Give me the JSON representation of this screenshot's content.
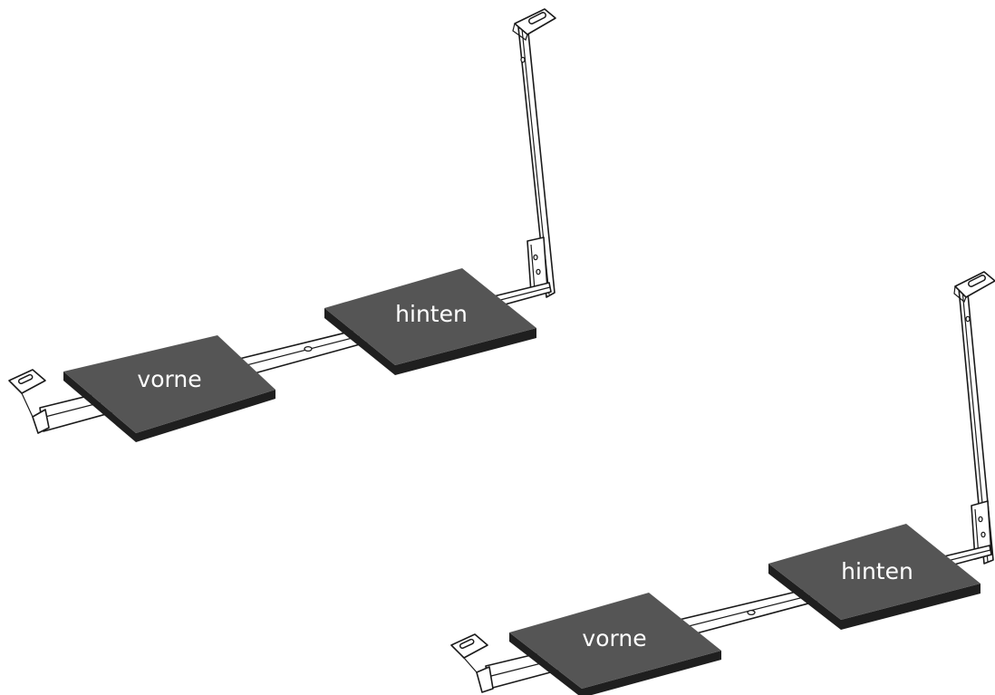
{
  "assemblies": [
    {
      "front_label": "vorne",
      "rear_label": "hinten"
    },
    {
      "front_label": "vorne",
      "rear_label": "hinten"
    }
  ],
  "colors": {
    "pad_top": "#555555",
    "pad_side": "#1f1f1f",
    "line": "#1a1a1a",
    "label": "#ffffff",
    "background": "#ffffff"
  }
}
